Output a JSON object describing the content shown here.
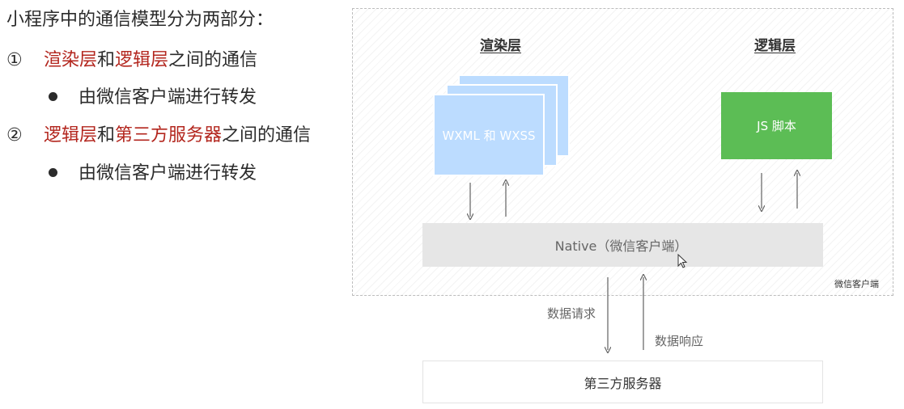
{
  "left": {
    "title": "小程序中的通信模型分为两部分：",
    "items": [
      {
        "num": "①",
        "parts": [
          "渲染层",
          "和",
          "逻辑层",
          "之间的通信"
        ],
        "bullet": "由微信客户端进行转发"
      },
      {
        "num": "②",
        "parts": [
          "逻辑层",
          "和",
          "第三方服务器",
          "之间的通信"
        ],
        "bullet": "由微信客户端进行转发"
      }
    ]
  },
  "diagram": {
    "render_layer_title": "渲染层",
    "logic_layer_title": "逻辑层",
    "render_content": "WXML 和 WXSS",
    "logic_content": "JS 脚本",
    "native_label": "Native（微信客户端）",
    "client_label": "微信客户端",
    "request_label": "数据请求",
    "response_label": "数据响应",
    "server_label": "第三方服务器"
  },
  "colors": {
    "highlight_red": "#b3261e",
    "render_blue": "#bcdcff",
    "logic_green": "#5cbd55",
    "native_gray": "#e6e6e6"
  }
}
